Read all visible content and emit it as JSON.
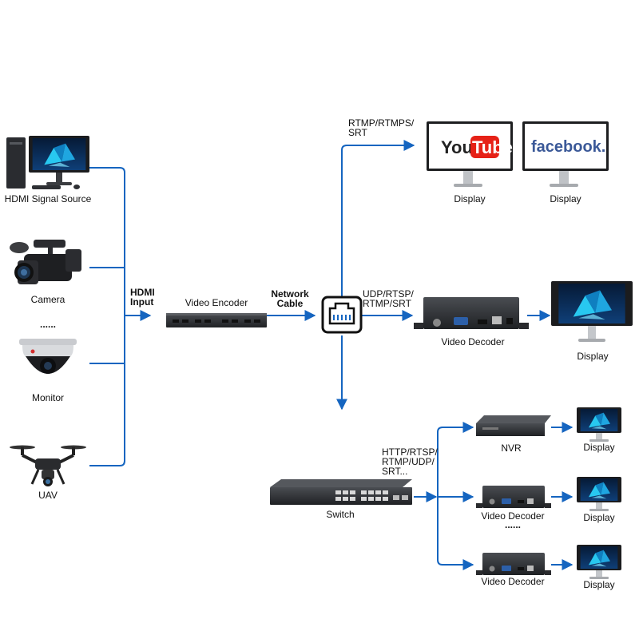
{
  "colors": {
    "line": "#1565c0",
    "device_dark": "#2b2d30",
    "screen_bg": "#0a2a52",
    "screen_accent": "#28c8f0",
    "youtube_red": "#e62117",
    "facebook_blue": "#3b5998"
  },
  "sources": {
    "pc": "HDMI Signal Source",
    "camera": "Camera",
    "ellipsis": "......",
    "monitor": "Monitor",
    "uav": "UAV"
  },
  "links": {
    "hdmi_input": "HDMI\nInput",
    "network_cable": "Network\nCable",
    "rtmp": "RTMP/RTMPS/\nSRT",
    "udp": "UDP/RTSP/\nRTMP/SRT",
    "http": "HTTP/RTSP/\nRTMP/UDP/\nSRT..."
  },
  "devices": {
    "encoder": "Video Encoder",
    "decoder_main": "Video Decoder",
    "switch": "Switch",
    "nvr": "NVR",
    "decoder_a": "Video Decoder",
    "decoder_ellipsis": "......",
    "decoder_b": "Video Decoder"
  },
  "displays": {
    "youtube": "Display",
    "facebook": "Display",
    "main": "Display",
    "nvr": "Display",
    "decoder_a": "Display",
    "decoder_b": "Display"
  },
  "logos": {
    "youtube_you": "You",
    "youtube_tube": "Tube",
    "facebook": "facebook."
  },
  "icons": {
    "pc": "desktop-pc-icon",
    "camera": "camcorder-icon",
    "monitor": "dome-camera-icon",
    "uav": "drone-icon",
    "network": "ethernet-port-icon"
  }
}
